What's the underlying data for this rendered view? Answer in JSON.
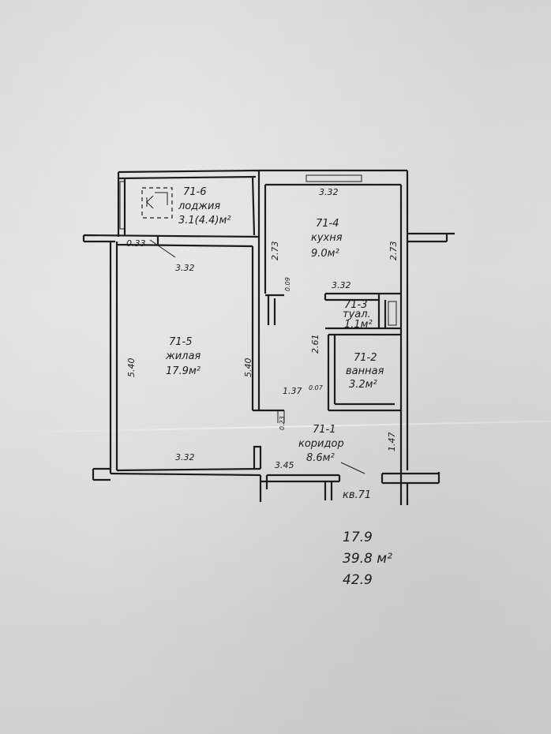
{
  "rooms": [
    {
      "id": "71-6",
      "name": "лоджия",
      "area": "3.1(4.4)м²"
    },
    {
      "id": "71-4",
      "name": "кухня",
      "area": "9.0м²"
    },
    {
      "id": "71-5",
      "name": "жилая",
      "area": "17.9м²"
    },
    {
      "id": "71-3",
      "name": "туал.",
      "area": "1.1м²"
    },
    {
      "id": "71-2",
      "name": "ванная",
      "area": "3.2м²"
    },
    {
      "id": "71-1",
      "name": "коридор",
      "area": "8.6м²"
    }
  ],
  "dimensions": {
    "kitchen_top": "3.32",
    "kitchen_left": "2.73",
    "kitchen_right": "2.73",
    "loggia_depth": "0.33",
    "living_top": "3.32",
    "living_left": "5.40",
    "living_right": "5.40",
    "living_bottom": "3.32",
    "partition_short": "0.09",
    "toilet_top": "3.32",
    "bath_height": "2.61",
    "corridor_left": "1.37",
    "wall_gap": "0.07",
    "corridor_stub": "0.23",
    "corridor_right": "1.47",
    "corridor_bottom": "3.45"
  },
  "apartment_label": "кв.71",
  "summary": {
    "living": "17.9",
    "total": "39.8 м²",
    "total_with_loggia": "42.9"
  }
}
